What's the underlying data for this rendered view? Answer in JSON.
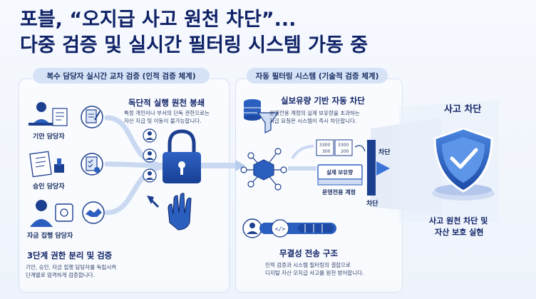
{
  "title": {
    "line1": "포블, “오지급 사고 원천 차단”...",
    "line2": "다중 검증 및 실시간 필터링 시스템 가동 중"
  },
  "left_panel": {
    "pill": "복수 담당자 실시간 교차 검증 (인적 검증 체계)",
    "roles": [
      "기안 담당자",
      "승인 담당자",
      "자금 집행 담당자"
    ],
    "block_header": "독단적 실행 원천 봉쇄",
    "block_desc": [
      "특정 개인이나 부서의 단독 권한으로는",
      "자산 지급 및 이동이 불가능합니다."
    ],
    "bottom_header": "3단계 권한 분리 및 검증",
    "bottom_desc": [
      "기안, 승인, 자금 집행 담당자를 독립시켜",
      "단계별로 엄격하게 검증합니다."
    ]
  },
  "mid_panel": {
    "pill": "자동 필터링 시스템 (기술적 검증 체계)",
    "filter_header": "실보유량 기반 자동 차단",
    "filter_desc": [
      "운영전용 계정의 실제 보유량을 초과하는",
      "지급 요청은 시스템이 즉시 차단합니다."
    ],
    "doc_values": [
      "3300",
      "300",
      "3300",
      "200"
    ],
    "holding_label": "실제 보유량",
    "account_label": "운영전용 계정",
    "block_label_top": "차단",
    "block_label_bottom": "차단",
    "integrity_header": "무결성 전송 구조",
    "integrity_desc": [
      "인적 검증과 시스템 필터링의 결합으로",
      "디지털 자산 오지급 사고를 원천 방어합니다."
    ]
  },
  "right_panel": {
    "header": "사고 차단",
    "result_line1": "사고 원천 차단 및",
    "result_line2": "자산 보호 실현"
  },
  "colors": {
    "navy": "#0f2266",
    "blue": "#2b5fbf",
    "light_blue": "#cfdcf3",
    "accent": "#3a74d6"
  }
}
